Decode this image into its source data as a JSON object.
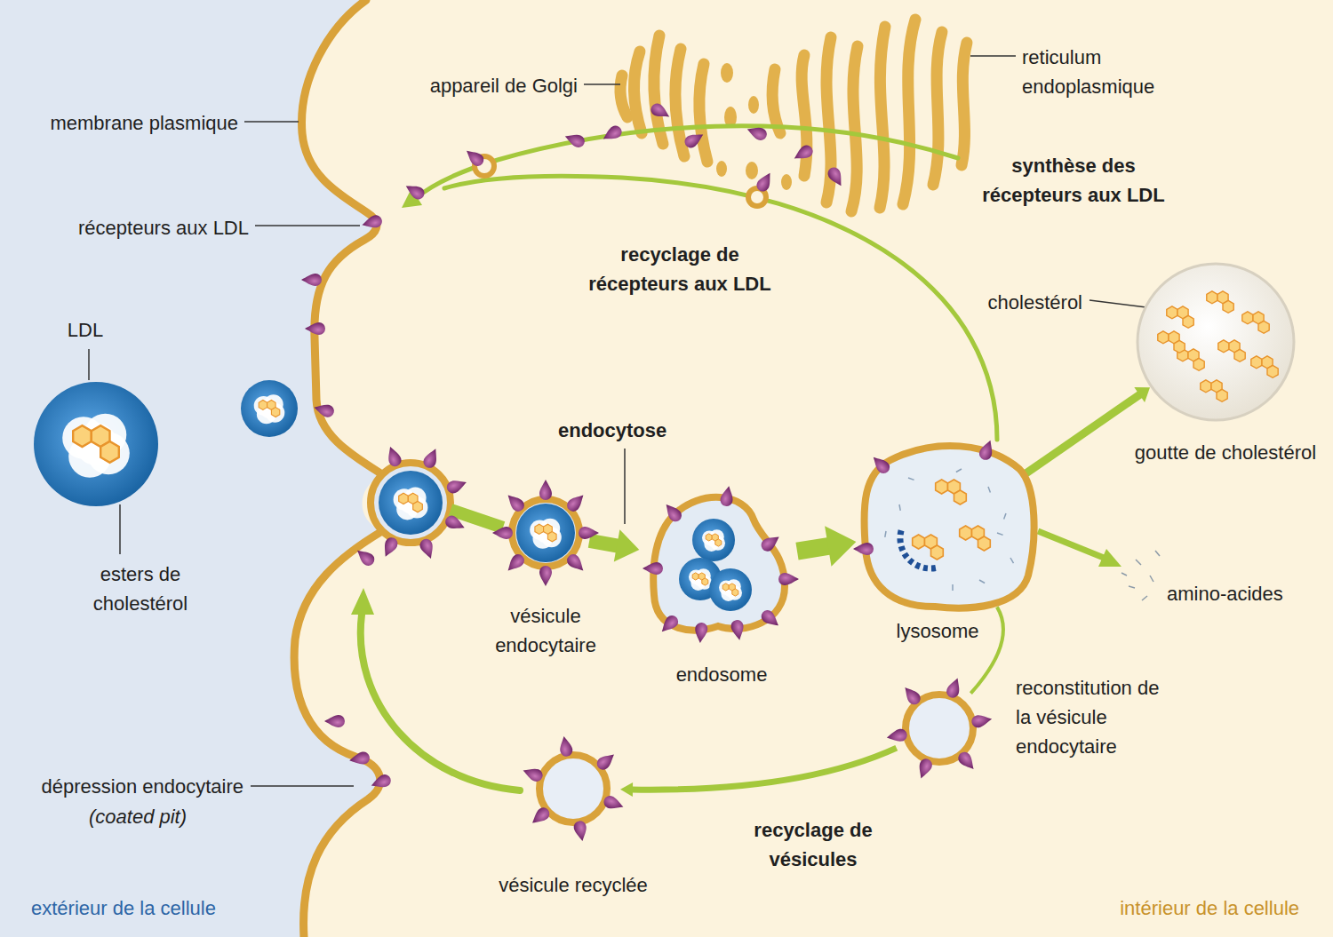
{
  "diagram": {
    "nodes": [
      {
        "text": [
          "LDL"
        ]
      },
      {
        "text": [
          "vésicule endocytaire"
        ]
      },
      {
        "text": [
          "endosome"
        ]
      },
      {
        "text": [
          "lysosome"
        ]
      },
      {
        "text": [
          "goutte de cholestérol"
        ]
      },
      {
        "text": [
          "reconstitution de la vésicule endocytaire"
        ]
      },
      {
        "text": [
          "vésicule recyclée"
        ]
      }
    ],
    "edges": [
      {
        "from": 1,
        "to": 2,
        "arrow": "to",
        "label": "endocytose"
      },
      {
        "from": 2,
        "to": 3,
        "arrow": "to"
      },
      {
        "from": 3,
        "to": 4,
        "arrow": "to"
      },
      {
        "from": 3,
        "to": 5,
        "arrow": "none"
      },
      {
        "from": 5,
        "to": 6,
        "arrow": "to",
        "label": "recyclage de vésicules"
      }
    ],
    "labels": [
      "membrane plasmique",
      "appareil de Golgi",
      "reticulum endoplasmique",
      "synthèse des récepteurs aux LDL",
      "récepteurs aux LDL",
      "recyclage de récepteurs aux LDL",
      "cholestérol",
      "esters de cholestérol",
      "amino-acides",
      "dépression endocytaire",
      "(coated pit)",
      "extérieur de la cellule",
      "intérieur de la cellule"
    ]
  }
}
